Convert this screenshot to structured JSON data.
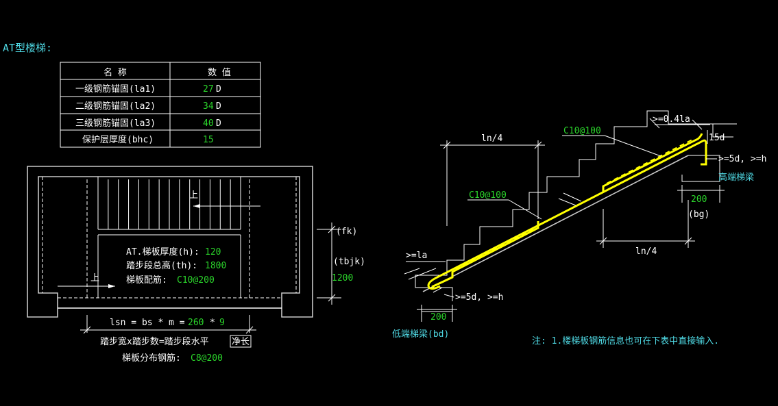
{
  "title": "AT型楼梯:",
  "table": {
    "header": {
      "name": "名  称",
      "value": "数  值"
    },
    "rows": [
      {
        "name": "一级钢筋锚固(la1)",
        "value": "27",
        "unit": "D"
      },
      {
        "name": "二级钢筋锚固(la2)",
        "value": "34",
        "unit": "D"
      },
      {
        "name": "三级钢筋锚固(la3)",
        "value": "40",
        "unit": "D"
      },
      {
        "name": "保护层厚度(bhc)",
        "value": "15",
        "unit": ""
      }
    ]
  },
  "plan": {
    "up_label_top": "上",
    "up_label_bottom": "上",
    "thickness_label": "AT.梯板厚度(h):",
    "thickness_value": "120",
    "step_height_label": "踏步段总高(th):",
    "step_height_value": "1800",
    "rebar_label": "梯板配筋:",
    "rebar_value": "C10@200",
    "fk_label": "(fk)",
    "tbjk_label": "(tbjk)",
    "tbjk_value": "1200",
    "lsn_prefix": "lsn = bs * m =",
    "bs_value": "260",
    "times": "*",
    "m_value": "9",
    "caption_main": "踏步宽x踏步数=踏步段水平",
    "caption_boxed": "净长",
    "dist_label": "梯板分布钢筋:",
    "dist_value": "C8@200"
  },
  "section": {
    "ln4_top": "ln/4",
    "ln4_bottom": "ln/4",
    "rebar_top": "C10@100",
    "rebar_mid": "C10@100",
    "anchor_top": ">=0.4la",
    "hook_15d": "15d",
    "top_5d": ">=5d, >=h",
    "high_beam": "高端梯梁",
    "high_beam_width": "200",
    "bg_label": "(bg)",
    "la_label": ">=la",
    "bottom_5d": ">=5d, >=h",
    "low_beam_width": "200",
    "low_beam": "低端梯梁(bd)"
  },
  "note": "注: 1.楼梯板钢筋信息也可在下表中直接输入."
}
